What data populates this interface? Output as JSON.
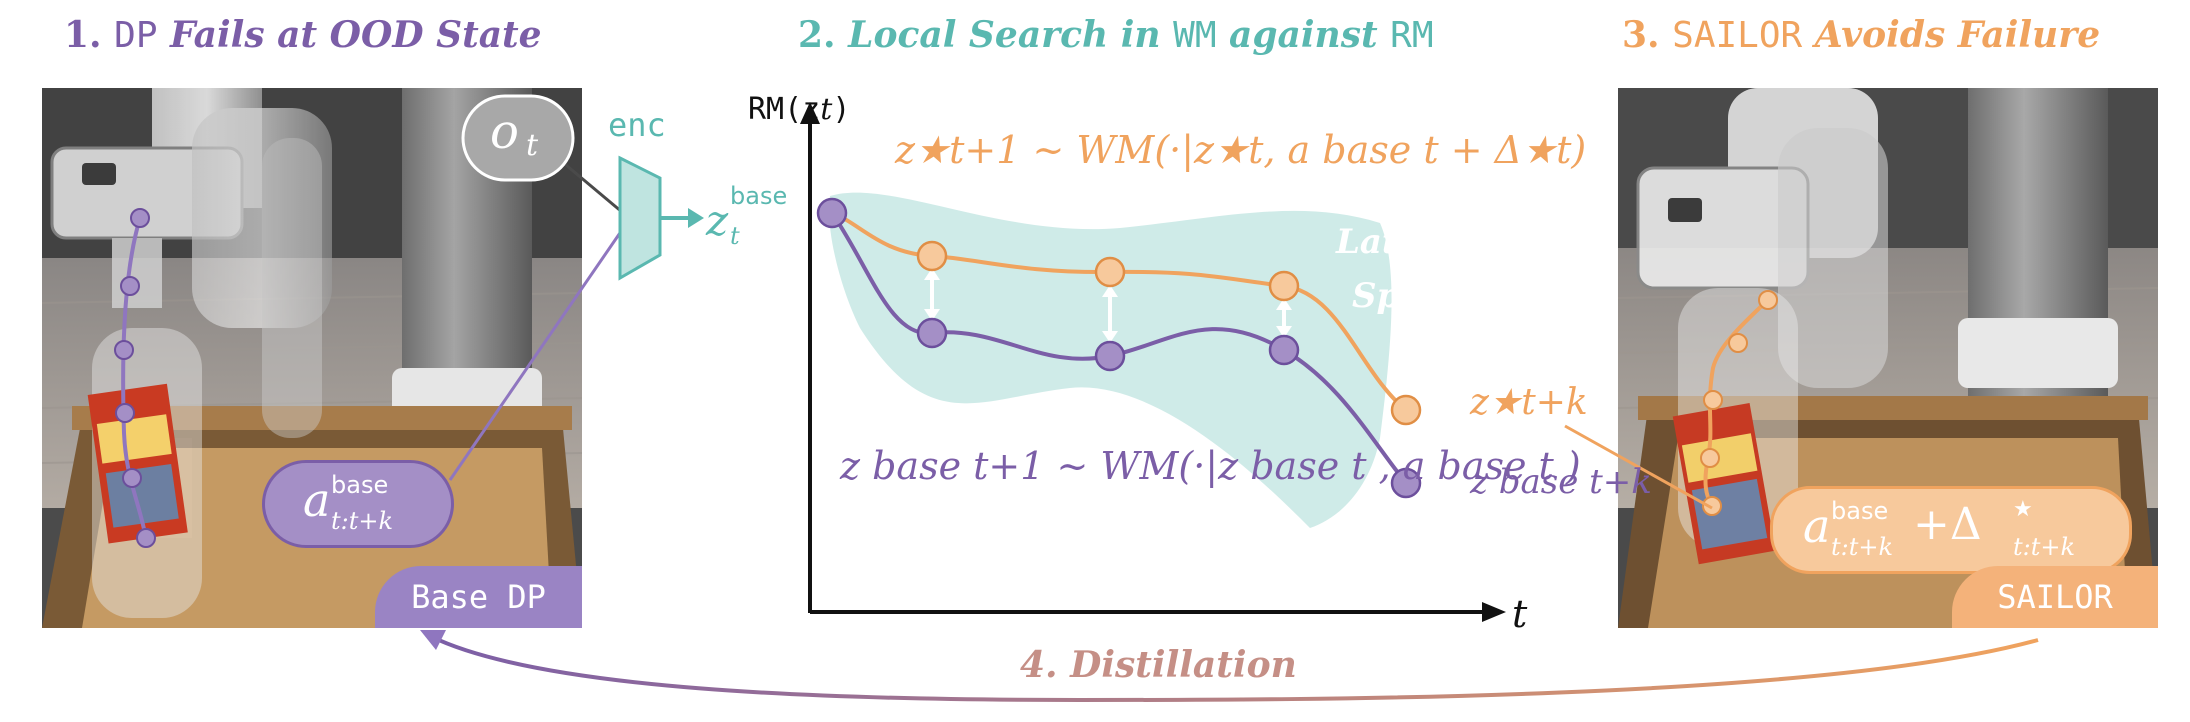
{
  "titles": {
    "t1_num": "1.",
    "t1_mono": "DP",
    "t1_rest": "Fails at OOD State",
    "t2_num": "2.",
    "t2_a": "Local Search in",
    "t2_wm": "WM",
    "t2_b": "against",
    "t2_rm": "RM",
    "t3_num": "3.",
    "t3_mono": "SAILOR",
    "t3_rest": "Avoids Failure",
    "t4": "4. Distillation"
  },
  "labels": {
    "enc": "enc",
    "obs": "o",
    "obs_sub": "t",
    "z_base_main": "z",
    "z_base_sup": "base",
    "z_base_sub": "t",
    "a_base_main": "a",
    "a_base_sup": "base",
    "a_base_sub": "t:t+k",
    "base_dp": "Base DP",
    "sailor": "SAILOR",
    "a_sailor": "a",
    "a_sailor_sup": "base",
    "a_sailor_sub": "t:t+k",
    "a_sailor_plus": "+Δ",
    "a_sailor_star": "★",
    "a_sailor_sub2": "t:t+k"
  },
  "chart": {
    "y_axis": "RM(z",
    "y_axis_sub": "t",
    "y_axis_close": ")",
    "x_axis": "t",
    "latent_1": "Latent",
    "latent_2": "Space",
    "orange_eq": "z★t+1 ∼ WM(·|z★t, a base t + Δ★t)",
    "purple_eq": "z base t+1 ∼ WM(·|z base t , a base t )",
    "z_star_label": "z★t+k",
    "z_base_label": "z base t+k"
  },
  "colors": {
    "purple": "#7b5ea7",
    "purple_fill": "#a48fc6",
    "teal": "#5ab8b0",
    "teal_fill": "#bfe4e0",
    "orange": "#f0a35e",
    "orange_fill": "#f7c99c",
    "distill": "#c58f86"
  }
}
